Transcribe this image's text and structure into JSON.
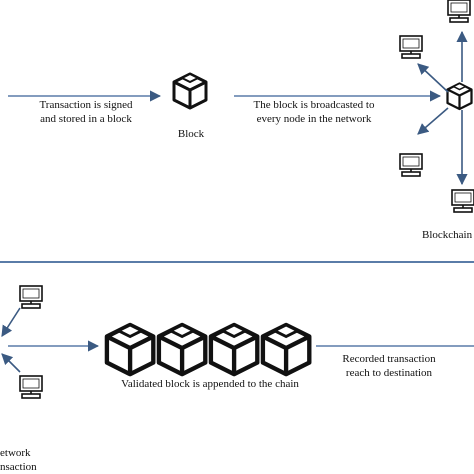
{
  "top_row": {
    "step1_line1": "Transaction is signed",
    "step1_line2": "and stored in a block",
    "block_label": "Block",
    "step2_line1": "The block is broadcasted to",
    "step2_line2": "every node in the network",
    "network_label": "Blockchain"
  },
  "bottom_row": {
    "network_line1": "etwork",
    "network_line2": "nsaction",
    "chain_label": "Validated block is appended to the chain",
    "result_line1": "Recorded transaction",
    "result_line2": "reach to destination"
  },
  "colors": {
    "arrow": "#5a7ca8",
    "divider": "#5a7ca8",
    "stroke": "#111111"
  }
}
